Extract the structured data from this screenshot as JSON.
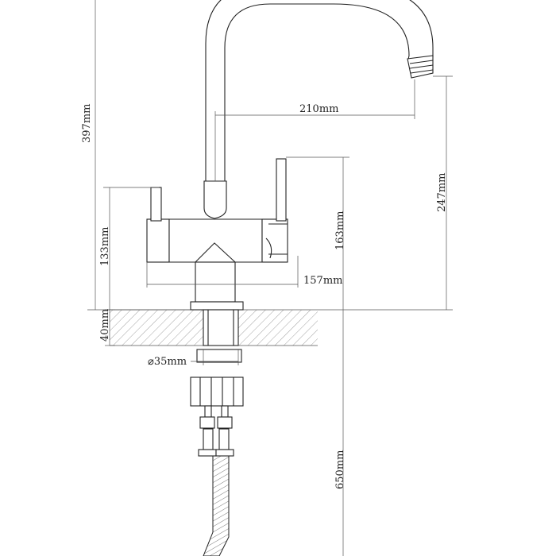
{
  "dimensions": {
    "total_height": "397mm",
    "spout_reach": "210mm",
    "spout_height": "247mm",
    "handle_height": "163mm",
    "body_height": "133mm",
    "body_width": "157mm",
    "mount_thickness": "40mm",
    "hole_diameter": "⌀35mm",
    "hose_length": "650mm"
  },
  "colors": {
    "line": "#222222",
    "dim_line": "#555555",
    "hatch": "#888888",
    "background": "#ffffff"
  }
}
